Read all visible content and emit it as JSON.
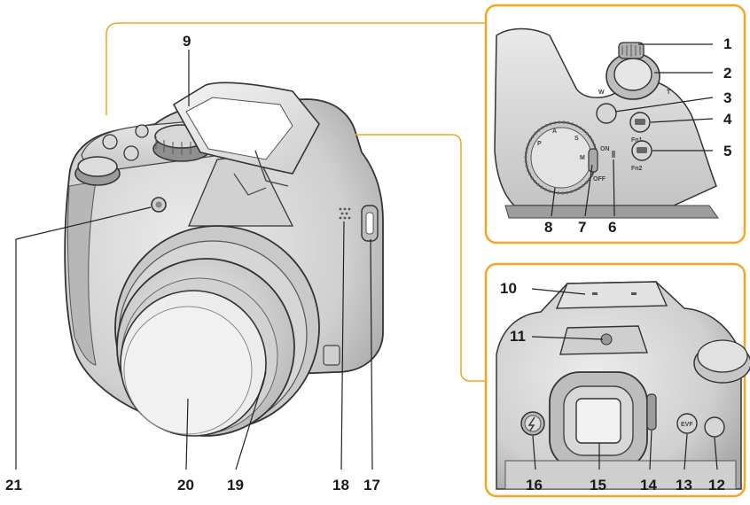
{
  "callouts": [
    {
      "id": "1",
      "label": "1"
    },
    {
      "id": "2",
      "label": "2"
    },
    {
      "id": "3",
      "label": "3"
    },
    {
      "id": "4",
      "label": "4"
    },
    {
      "id": "5",
      "label": "5"
    },
    {
      "id": "6",
      "label": "6"
    },
    {
      "id": "7",
      "label": "7"
    },
    {
      "id": "8",
      "label": "8"
    },
    {
      "id": "9",
      "label": "9"
    },
    {
      "id": "10",
      "label": "10"
    },
    {
      "id": "11",
      "label": "11"
    },
    {
      "id": "12",
      "label": "12"
    },
    {
      "id": "13",
      "label": "13"
    },
    {
      "id": "14",
      "label": "14"
    },
    {
      "id": "15",
      "label": "15"
    },
    {
      "id": "16",
      "label": "16"
    },
    {
      "id": "17",
      "label": "17"
    },
    {
      "id": "18",
      "label": "18"
    },
    {
      "id": "19",
      "label": "19"
    },
    {
      "id": "20",
      "label": "20"
    },
    {
      "id": "21",
      "label": "21"
    }
  ],
  "printed": {
    "on": "ON",
    "off": "OFF",
    "fn1": "Fn1",
    "fn2": "Fn2",
    "evf": "EVF",
    "w": "W",
    "t": "T",
    "dial_s": "S",
    "dial_a": "A",
    "dial_p": "P",
    "dial_m": "M"
  },
  "colors": {
    "callout_frame": "#f5a623",
    "leader_line": "#f5a623",
    "body_light": "#e6e6e6",
    "body_mid": "#bdbdbd",
    "body_dark": "#8a8a8a",
    "outline": "#333333"
  }
}
